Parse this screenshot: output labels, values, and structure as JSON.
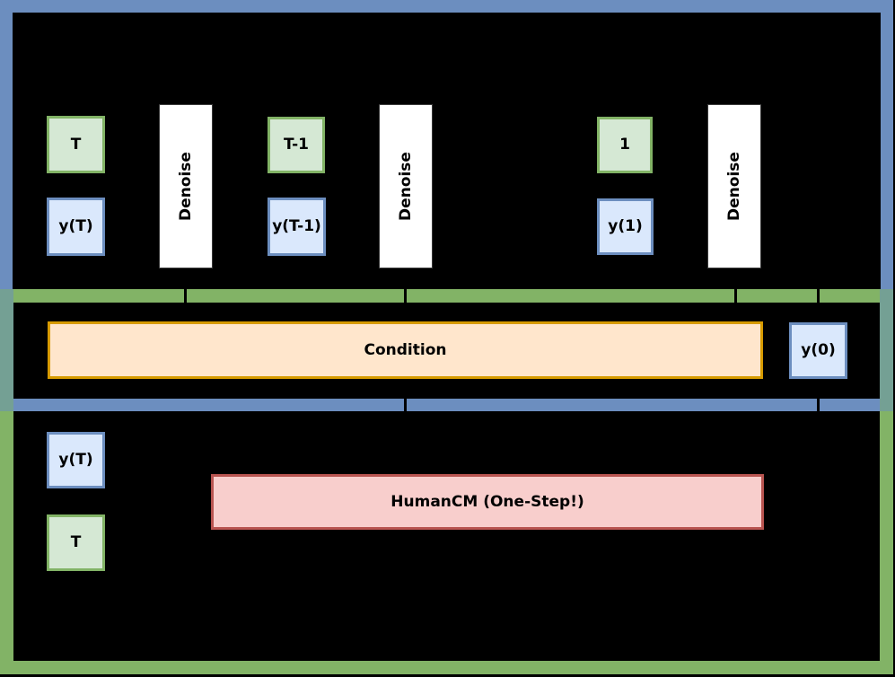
{
  "diagram": {
    "top": {
      "denoise": "Denoise",
      "steps": [
        {
          "t": "T",
          "y": "y(T)"
        },
        {
          "t": "T-1",
          "y": "y(T-1)"
        },
        {
          "t": "1",
          "y": "y(1)"
        }
      ]
    },
    "middle": {
      "condition": "Condition",
      "output": "y(0)"
    },
    "bottom": {
      "y": "y(T)",
      "t": "T",
      "model": "HumanCM (One-Step!)"
    },
    "colors": {
      "background": "#000000",
      "top_container_border": "#6C8EBF",
      "bottom_container_border": "#82B366",
      "border_overlap": "#74A094",
      "timestep_fill": "#D5E8D4",
      "timestep_border": "#82B366",
      "state_fill": "#DAE8FC",
      "state_border": "#6C8EBF",
      "condition_fill": "#FFE6CC",
      "condition_border": "#D79B00",
      "model_fill": "#F8CECC",
      "model_border": "#B85450",
      "denoise_fill": "#FFFFFF",
      "connector": "#000000"
    }
  }
}
